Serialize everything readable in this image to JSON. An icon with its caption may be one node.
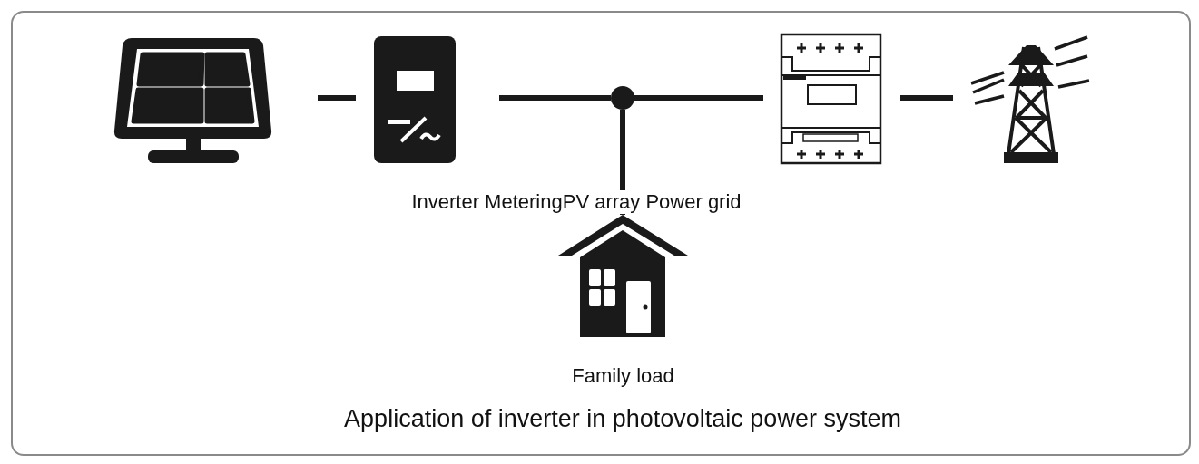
{
  "diagram": {
    "caption": "Application of inverter in photovoltaic power system",
    "nodes": [
      {
        "text": [],
        "shape": "picture"
      },
      {
        "text": [],
        "shape": "picture"
      },
      {
        "text": [],
        "shape": "circle"
      },
      {
        "text": [],
        "shape": "picture"
      },
      {
        "text": [],
        "shape": "picture"
      },
      {
        "text": [],
        "shape": "picture",
        "beside": [
          "Family load"
        ]
      }
    ],
    "edges": [
      {
        "from": 0,
        "to": 1,
        "arrow": "none"
      },
      {
        "from": 1,
        "to": 2,
        "arrow": "none"
      },
      {
        "from": 2,
        "to": 3,
        "arrow": "none"
      },
      {
        "from": 3,
        "to": 4,
        "arrow": "none"
      },
      {
        "from": 2,
        "to": 5,
        "arrow": "none"
      }
    ],
    "labels": [
      "Inverter MeteringPV array Power grid"
    ]
  }
}
